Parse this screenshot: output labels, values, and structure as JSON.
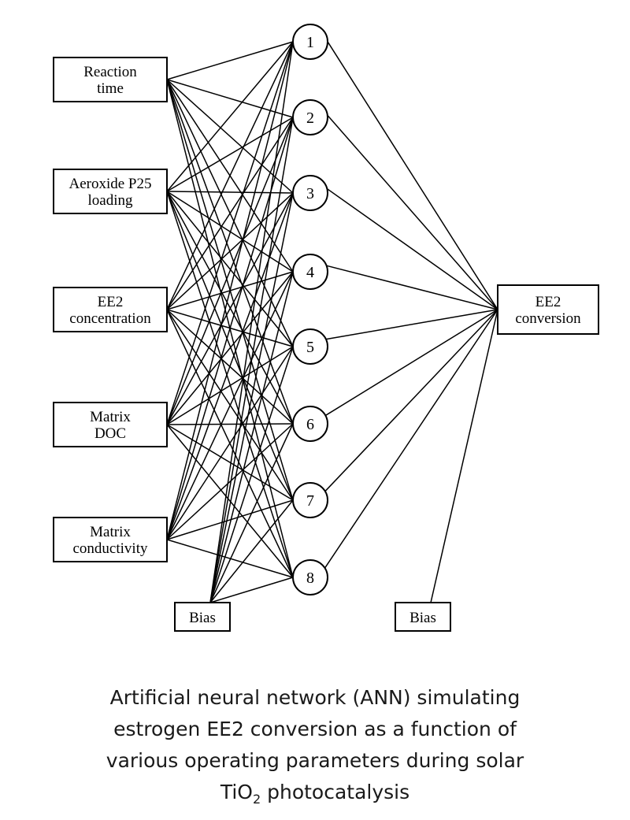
{
  "diagram": {
    "inputs": [
      {
        "id": "reaction-time",
        "lines": [
          "Reaction",
          "time"
        ]
      },
      {
        "id": "aeroxide-p25-loading",
        "lines": [
          "Aeroxide P25",
          "loading"
        ]
      },
      {
        "id": "ee2-concentration",
        "lines": [
          "EE2",
          "concentration"
        ]
      },
      {
        "id": "matrix-doc",
        "lines": [
          "Matrix",
          "DOC"
        ]
      },
      {
        "id": "matrix-conductivity",
        "lines": [
          "Matrix",
          "conductivity"
        ]
      }
    ],
    "hidden_nodes": [
      "1",
      "2",
      "3",
      "4",
      "5",
      "6",
      "7",
      "8"
    ],
    "output": {
      "id": "ee2-conversion",
      "lines": [
        "EE2",
        "conversion"
      ]
    },
    "bias_input_label": "Bias",
    "bias_hidden_label": "Bias"
  },
  "caption": {
    "line1": "Artificial neural network (ANN) simulating",
    "line2": "estrogen EE2 conversion as a function of",
    "line3": "various operating parameters during solar",
    "line4_pre": "TiO",
    "line4_sub": "2",
    "line4_post": " photocatalysis"
  }
}
